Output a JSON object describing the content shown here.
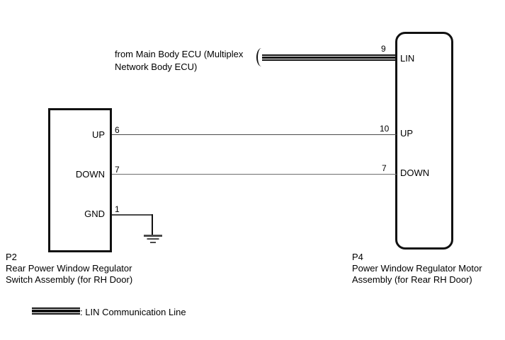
{
  "diagram": {
    "source_note": {
      "line1": "from Main Body ECU (Multiplex",
      "line2": "Network Body ECU)"
    },
    "left_connector": {
      "code": "P2",
      "name_line1": "Rear Power Window Regulator",
      "name_line2": "Switch Assembly (for RH Door)",
      "pins": [
        {
          "number": "6",
          "name": "UP"
        },
        {
          "number": "7",
          "name": "DOWN"
        },
        {
          "number": "1",
          "name": "GND"
        }
      ]
    },
    "right_connector": {
      "code": "P4",
      "name_line1": "Power Window Regulator Motor",
      "name_line2": "Assembly (for Rear RH Door)",
      "pins": [
        {
          "number": "9",
          "name": "LIN"
        },
        {
          "number": "10",
          "name": "UP"
        },
        {
          "number": "7",
          "name": "DOWN"
        }
      ]
    },
    "legend": {
      "label": ": LIN Communication Line"
    },
    "colors": {
      "line": "#111111",
      "wire": "#6e6e6e",
      "background": "#ffffff",
      "text": "#000000"
    }
  }
}
